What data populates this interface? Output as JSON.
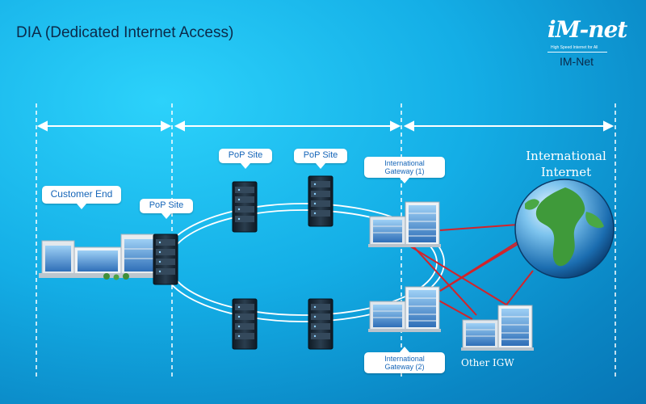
{
  "title": "DIA (Dedicated Internet Access)",
  "logo": {
    "mark": "iM-net",
    "tagline": "High Speed Internet for All",
    "name": "IM-Net"
  },
  "labels": {
    "customer_end": "Customer End",
    "pop_site_access": "PoP Site",
    "pop_site_top_left": "PoP Site",
    "pop_site_top_right": "PoP Site",
    "gateway_1": [
      "International",
      "Gateway  (1)"
    ],
    "gateway_2": [
      "International",
      "Gateway  (2)"
    ],
    "international_internet": [
      "International",
      "Internet"
    ],
    "other_igw": "Other IGW"
  },
  "colors": {
    "background_light": "#2cd2fb",
    "background_dark": "#0775b5",
    "link_red": "#d2232a",
    "ring": "#ffffff",
    "callout_text": "#1565b8"
  },
  "icons": [
    "customer-building-icon",
    "server-rack-icon",
    "gateway-building-icon",
    "globe-icon",
    "other-igw-building-icon"
  ]
}
